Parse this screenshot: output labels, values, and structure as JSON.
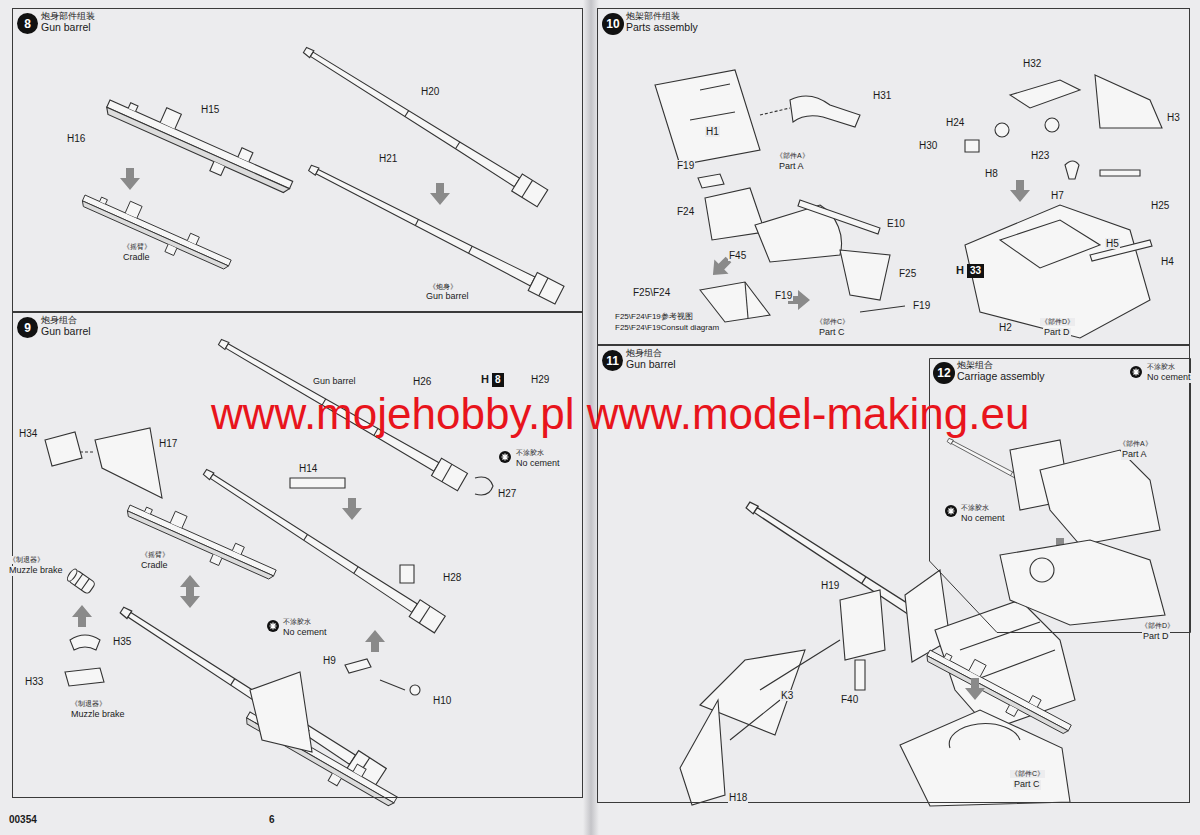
{
  "diagram": {
    "nodes": [
      {
        "text": [
          "炮身部件组装",
          "Gun barrel"
        ]
      },
      {
        "text": [
          "8"
        ],
        "in": 0
      },
      {
        "text": [
          "炮身组合",
          "Gun barrel"
        ]
      },
      {
        "text": [
          "9"
        ],
        "in": 2
      },
      {
        "text": [
          "H",
          "8"
        ],
        "in": 2
      },
      {
        "text": [
          "炮架部件组装",
          "Parts assembly"
        ]
      },
      {
        "text": [
          "10"
        ],
        "in": 5
      },
      {
        "text": [
          "H",
          "33"
        ],
        "in": 5
      },
      {
        "text": [
          "炮身组合",
          "Gun barrel"
        ]
      },
      {
        "text": [
          "11"
        ],
        "in": 8
      },
      {
        "text": [
          "炮架组合",
          "Carriage assembly"
        ],
        "in": 8
      },
      {
        "text": [
          "12"
        ],
        "in": 10
      }
    ],
    "labels": [
      "H15",
      "H16",
      "《摇臂》",
      "Cradle",
      "H20",
      "H21",
      "《炮身》",
      "Gun barrel",
      "H34",
      "H17",
      "Gun barrel",
      "H26",
      "H29",
      "H14",
      "不涂胶水",
      "No cement",
      "H27",
      "《摇臂》",
      "Cradle",
      "《制退器》",
      "Muzzle brake",
      "H28",
      "不涂胶水",
      "No cement",
      "H35",
      "H33",
      "《制退器》",
      "Muzzle brake",
      "H9",
      "H10",
      "00354",
      "6",
      "H1",
      "H31",
      "《部件A》",
      "Part A",
      "F19",
      "F24",
      "E10",
      "F45",
      "F25",
      "F25\\F24",
      "F19",
      "F19",
      "F25\\F24\\F19参考视图",
      "F25\\F24\\F19Consult diagram",
      "《部件C》",
      "Part C",
      "H32",
      "H3",
      "H24",
      "H30",
      "H8",
      "H23",
      "H7",
      "H25",
      "H5",
      "H4",
      "H2",
      "《部件D》",
      "Part D",
      "H19",
      "K3",
      "F40",
      "H18",
      "《部件C》",
      "Part C",
      "不涂胶水",
      "No cement",
      "《部件A》",
      "Part A",
      "不涂胶水",
      "No cement",
      "《部件D》",
      "Part D",
      "www.mojehobby.pl www.model-making.eu"
    ]
  }
}
